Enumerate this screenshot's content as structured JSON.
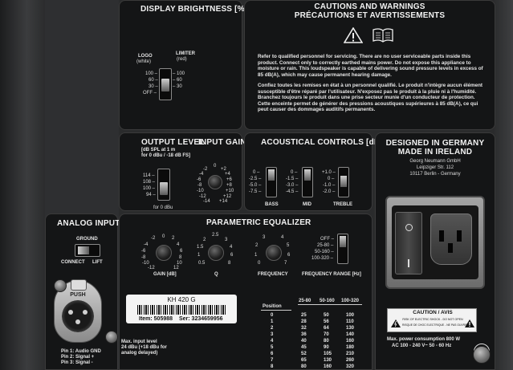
{
  "brightness": {
    "title": "DISPLAY BRIGHTNESS [%]",
    "logo_label_1": "LOGO",
    "logo_label_2": "(white)",
    "limiter_label_1": "LIMITER",
    "limiter_label_2": "(red)",
    "left_scale": [
      "100 –",
      "60 –",
      "30 –",
      "OFF –"
    ],
    "right_scale": [
      "– 100",
      "– 60",
      "– 30"
    ]
  },
  "cautions": {
    "title_1": "CAUTIONS AND WARNINGS",
    "title_2": "PRÉCAUTIONS ET AVERTISSEMENTS",
    "warning_icon": "warning-triangle-icon",
    "manual_icon": "open-book-icon",
    "english_text": "Refer to qualified personnel for servicing. There are no user serviceable parts inside this product. Connect only to correctly earthed mains power. Do not expose this appliance to moisture or rain. This loudspeaker is capable of delivering sound pressure levels in excess of 85 dB(A), which may cause permanent hearing damage.",
    "french_text": "Confiez toutes les remises en état à un personnel qualifié. Le produit n'intègre aucun élément susceptible d'être réparé par l'utilisateur. N'exposez pas le produit à la pluie ni à l'humidité. Branchez toujours le produit dans une prise secteur munie d'un conducteur de protection. Cette enceinte permet de générer des pressions acoustiques supérieures à 85 dB(A), ce qui peut causer des dommages auditifs permanents."
  },
  "output_level": {
    "title": "OUTPUT LEVEL",
    "subtitle_1": "[dB SPL at 1 m",
    "subtitle_2": "for 0 dBu / -18 dB FS]",
    "scale": [
      "114 –",
      "108 –",
      "100 –",
      "94 –"
    ],
    "footer": "for 0 dBu"
  },
  "input_gain": {
    "title": "INPUT GAIN",
    "ticks": [
      "0",
      "-2",
      "+2",
      "-4",
      "+4",
      "-6",
      "+6",
      "-8",
      "+8",
      "-10",
      "+10",
      "-12",
      "+12",
      "-14",
      "+14"
    ]
  },
  "acoustical": {
    "title": "ACOUSTICAL CONTROLS [dB]",
    "bass_scale": [
      "0 –",
      "-2.5 –",
      "-5.0 –",
      "-7.5 –"
    ],
    "bass_label": "BASS",
    "mid_scale": [
      "0 –",
      "-1.5 –",
      "-3.0 –",
      "-4.5 –"
    ],
    "mid_label": "MID",
    "treble_scale": [
      "+1.0 –",
      "0 –",
      "-1.0 –",
      "-2.0 –"
    ],
    "treble_label": "TREBLE"
  },
  "made_in": {
    "line_1": "DESIGNED IN GERMANY",
    "line_2": "MADE IN IRELAND",
    "company": "Georg Neumann GmbH",
    "street": "Leipziger Str. 112",
    "city": "10117 Berlin - Germany"
  },
  "analog_input": {
    "title": "ANALOG INPUT",
    "ground_label": "GROUND",
    "connect_label": "CONNECT",
    "lift_label": "LIFT",
    "push_label": "PUSH",
    "pin_1": "Pin 1: Audio GND",
    "pin_2": "Pin 2: Signal +",
    "pin_3": "Pin 3: Signal -",
    "max_1": "Max. input level",
    "max_2": "24 dBu (+18 dBu for",
    "max_3": "analog delayed)"
  },
  "eq": {
    "title": "PARAMETRIC EQUALIZER",
    "gain_label": "GAIN [dB]",
    "gain_ticks": [
      "-2",
      "0",
      "2",
      "-4",
      "4",
      "-6",
      "6",
      "-8",
      "8",
      "-10",
      "10",
      "-12",
      "12"
    ],
    "q_label": "Q",
    "q_ticks": [
      "2.5",
      "2",
      "3",
      "1.5",
      "4",
      "1",
      "6",
      "0.5",
      "8"
    ],
    "freq_label": "FREQUENCY",
    "freq_ticks": [
      "3",
      "4",
      "2",
      "5",
      "1",
      "6",
      "0",
      "7"
    ],
    "range_label": "FREQUENCY RANGE [Hz]",
    "range_scale": [
      "OFF –",
      "25-80 –",
      "50-160 –",
      "100-320 –"
    ],
    "table_headers": [
      "Position",
      "25-80",
      "50-160",
      "100-320"
    ],
    "table_rows": [
      [
        "0",
        "25",
        "50",
        "100"
      ],
      [
        "1",
        "28",
        "56",
        "110"
      ],
      [
        "2",
        "32",
        "64",
        "130"
      ],
      [
        "3",
        "36",
        "70",
        "140"
      ],
      [
        "4",
        "40",
        "80",
        "160"
      ],
      [
        "5",
        "45",
        "90",
        "180"
      ],
      [
        "6",
        "52",
        "105",
        "210"
      ],
      [
        "7",
        "65",
        "130",
        "260"
      ],
      [
        "8",
        "80",
        "160",
        "320"
      ]
    ]
  },
  "serial": {
    "model": "KH 420  G",
    "item": "Item: 505988",
    "ser": "Ser: 3234659956"
  },
  "power": {
    "caution_1": "CAUTION / AVIS",
    "caution_2": "RISK OF ELECTRIC SHOCK - DO NOT OPEN",
    "caution_3": "RISQUE DE CHOC ELECTRIQUE - NE PAS OUVRIR",
    "consumption": "Max. power consumption 800 W",
    "ac": "AC 100 - 240 V~ 50 - 60 Hz"
  },
  "colors": {
    "panel": "#141516",
    "chassis": "#2a2b2c",
    "mains_inlet": "#8f8f8f"
  }
}
